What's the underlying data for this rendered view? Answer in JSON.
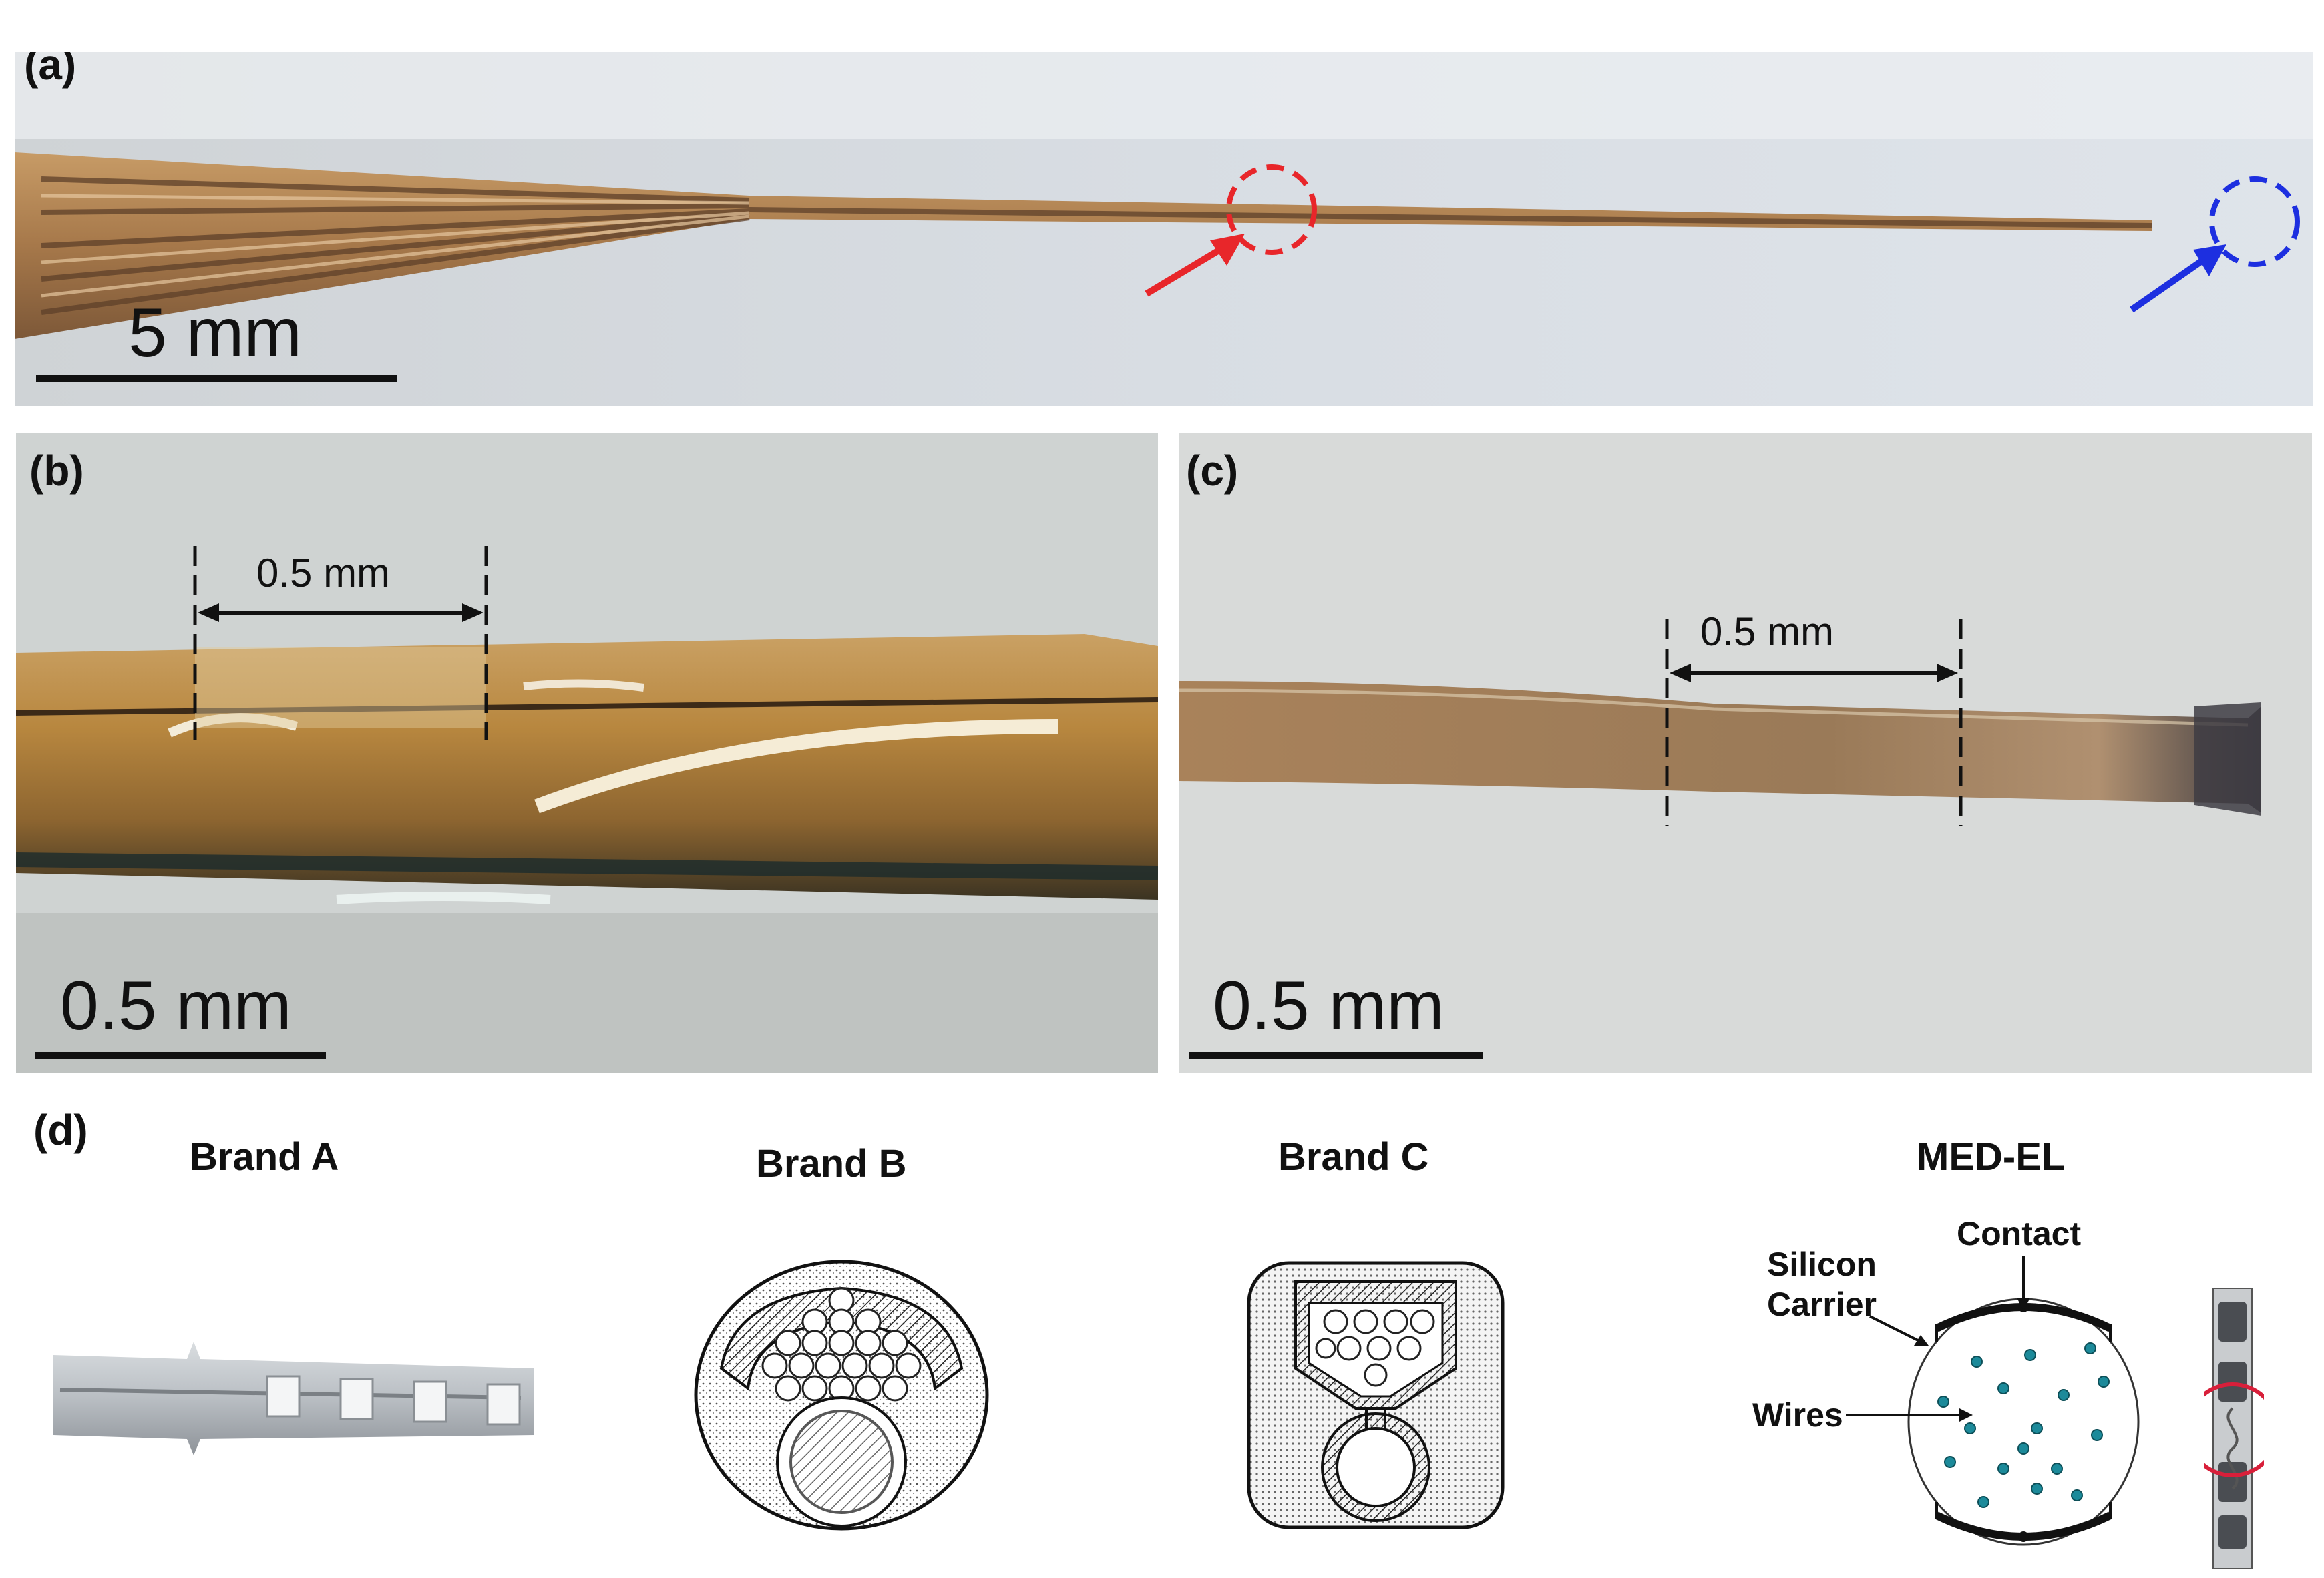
{
  "figure": {
    "panel_a": {
      "label": "(a)",
      "scale_label": "5 mm"
    },
    "panel_b": {
      "label": "(b)",
      "scale_label": "0.5 mm",
      "dimension_label": "0.5 mm"
    },
    "panel_c": {
      "label": "(c)",
      "scale_label": "0.5 mm",
      "dimension_label": "0.5 mm"
    },
    "panel_d": {
      "label": "(d)",
      "brands": [
        "Brand A",
        "Brand B",
        "Brand C",
        "MED-EL"
      ],
      "annotations": {
        "contact": "Contact",
        "silicon_carrier_line1": "Silicon",
        "silicon_carrier_line2": "Carrier",
        "wires": "Wires"
      }
    },
    "colors": {
      "red_marker": "#e8262a",
      "blue_marker": "#1d2fe0",
      "electrode_copper": "#b98a52",
      "med_el_wire": "#1c8a9a",
      "highlight_circle": "#d81f3a"
    }
  }
}
